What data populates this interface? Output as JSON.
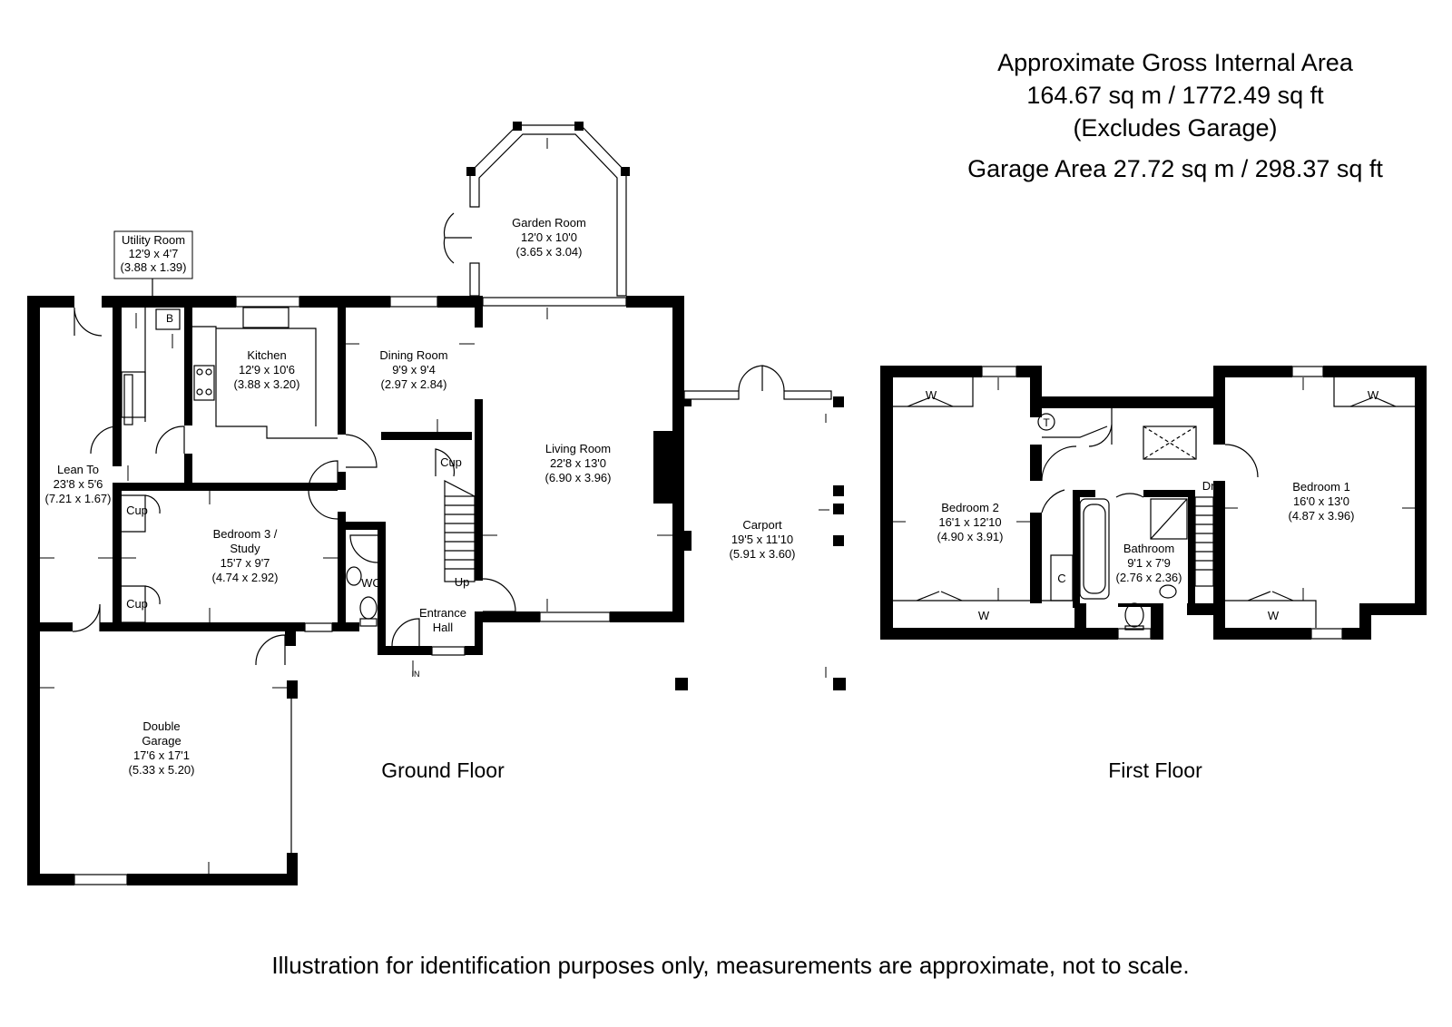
{
  "header": {
    "area_title": "Approximate Gross Internal Area",
    "area_total": "164.67 sq m / 1772.49 sq ft",
    "area_note": "(Excludes Garage)",
    "garage_area": "Garage Area 27.72 sq m / 298.37 sq ft"
  },
  "floors": {
    "ground": "Ground Floor",
    "first": "First Floor"
  },
  "rooms": {
    "utility": {
      "name": "Utility Room",
      "imperial": "12'9 x 4'7",
      "metric": "(3.88 x 1.39)"
    },
    "garden": {
      "name": "Garden Room",
      "imperial": "12'0 x 10'0",
      "metric": "(3.65 x 3.04)"
    },
    "kitchen": {
      "name": "Kitchen",
      "imperial": "12'9 x 10'6",
      "metric": "(3.88 x 3.20)"
    },
    "dining": {
      "name": "Dining Room",
      "imperial": "9'9 x 9'4",
      "metric": "(2.97 x 2.84)"
    },
    "living": {
      "name": "Living Room",
      "imperial": "22'8 x 13'0",
      "metric": "(6.90 x 3.96)"
    },
    "leanto": {
      "name": "Lean To",
      "imperial": "23'8 x 5'6",
      "metric": "(7.21 x 1.67)"
    },
    "bed3": {
      "name1": "Bedroom 3 /",
      "name2": "Study",
      "imperial": "15'7 x 9'7",
      "metric": "(4.74 x 2.92)"
    },
    "hall": {
      "name1": "Entrance",
      "name2": "Hall"
    },
    "garage": {
      "name1": "Double",
      "name2": "Garage",
      "imperial": "17'6 x 17'1",
      "metric": "(5.33 x 5.20)"
    },
    "carport": {
      "name": "Carport",
      "imperial": "19'5 x 11'10",
      "metric": "(5.91 x 3.60)"
    },
    "bed2": {
      "name": "Bedroom 2",
      "imperial": "16'1 x 12'10",
      "metric": "(4.90 x 3.91)"
    },
    "bath": {
      "name": "Bathroom",
      "imperial": "9'1 x 7'9",
      "metric": "(2.76 x 2.36)"
    },
    "bed1": {
      "name": "Bedroom 1",
      "imperial": "16'0 x 13'0",
      "metric": "(4.87 x 3.96)"
    }
  },
  "fixtures": {
    "boiler": "B",
    "cupboard": "Cup",
    "wc": "WC",
    "up": "Up",
    "down": "Dn",
    "entry": "IN",
    "wardrobe": "W",
    "tank": "T",
    "closet": "C"
  },
  "footer": {
    "disclaimer": "Illustration for identification purposes only, measurements are approximate, not to scale."
  }
}
